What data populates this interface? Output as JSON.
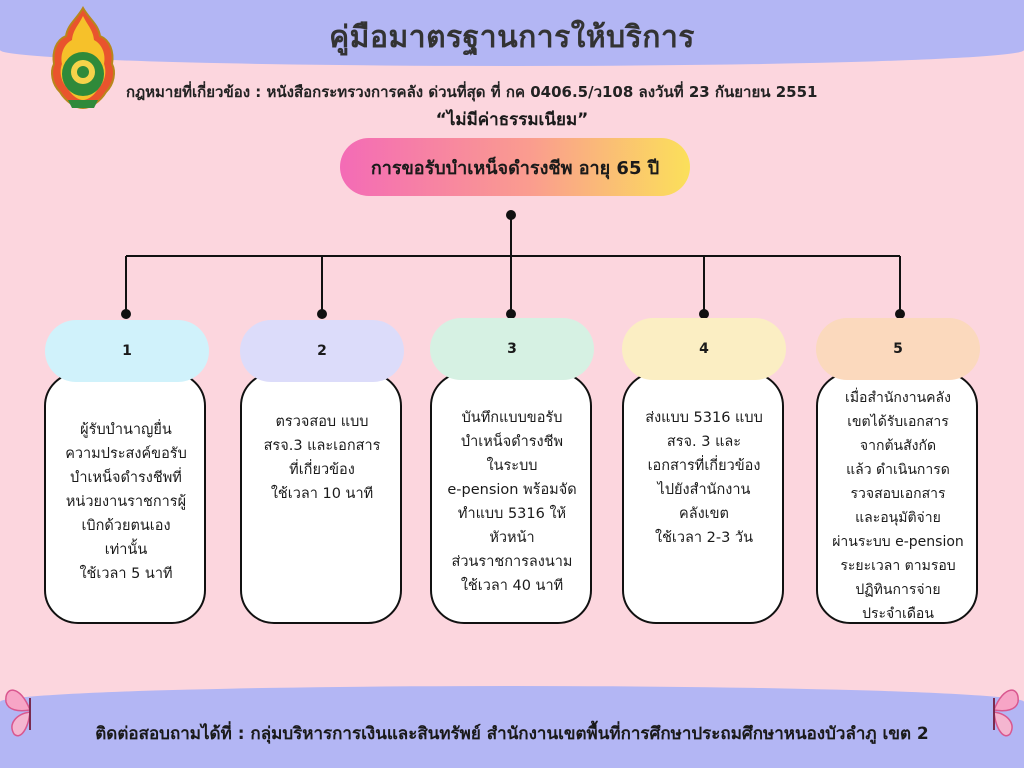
{
  "header": {
    "title": "คู่มือมาตรฐานการให้บริการ",
    "law": "กฎหมายที่เกี่ยวข้อง : หนังสือกระทรวงการคลัง ด่วนที่สุด ที่ กค 0406.5/ว108 ลงวันที่ 23 กันยายน 2551",
    "fee": "“ไม่มีค่าธรรมเนียม”"
  },
  "service": "การขอรับบำเหน็จดำรงชีพ อายุ 65 ปี",
  "steps": [
    {
      "number": "1",
      "color": "#d0f2fb",
      "text": "ผู้รับบำนาญยื่น\nความประสงค์ขอรับ\nบำเหน็จดำรงชีพที่\nหน่วยงานราชการผู้\nเบิกด้วยตนเอง\nเท่านั้น\nใช้เวลา 5 นาที"
    },
    {
      "number": "2",
      "color": "#dcdcfa",
      "text": "ตรวจสอบ แบบ\nสรจ.3 และเอกสาร\nที่เกี่ยวข้อง\nใช้เวลา 10 นาที"
    },
    {
      "number": "3",
      "color": "#d6f1e3",
      "text": "บันทึกแบบขอรับ\nบำเหน็จดำรงชีพ\nในระบบ\ne-pension พร้อมจัด\nทำแบบ 5316 ให้\nหัวหน้า\nส่วนราชการลงนาม\nใช้เวลา  40 นาที"
    },
    {
      "number": "4",
      "color": "#fbeec3",
      "text": "ส่งแบบ 5316 แบบ\nสรจ. 3 และ\nเอกสารที่เกี่ยวข้อง\nไปยังสำนักงาน\nคลังเขต\nใช้เวลา 2-3 วัน"
    },
    {
      "number": "5",
      "color": "#fbd9bd",
      "text": "เมื่อสำนักงานคลัง\nเขตได้รับเอกสาร\nจากต้นสังกัด\nแล้ว ดำเนินการด\nรวจสอบเอกสาร\nและอนุมัติจ่าย\nผ่านระบบ e-pension\nระยะเวลา ตามรอบ\nปฏิทินการจ่าย\nประจำเดือน"
    }
  ],
  "footer": {
    "contact": "ติดต่อสอบถามได้ที่ : กลุ่มบริหารการเงินและสินทรัพย์   สำนักงานเขตพื้นที่การศึกษาประถมศึกษาหนองบัวลำภู เขต 2"
  },
  "icons": {
    "logo": "ministry-seal-logo",
    "decoration": "butterfly-icon"
  }
}
